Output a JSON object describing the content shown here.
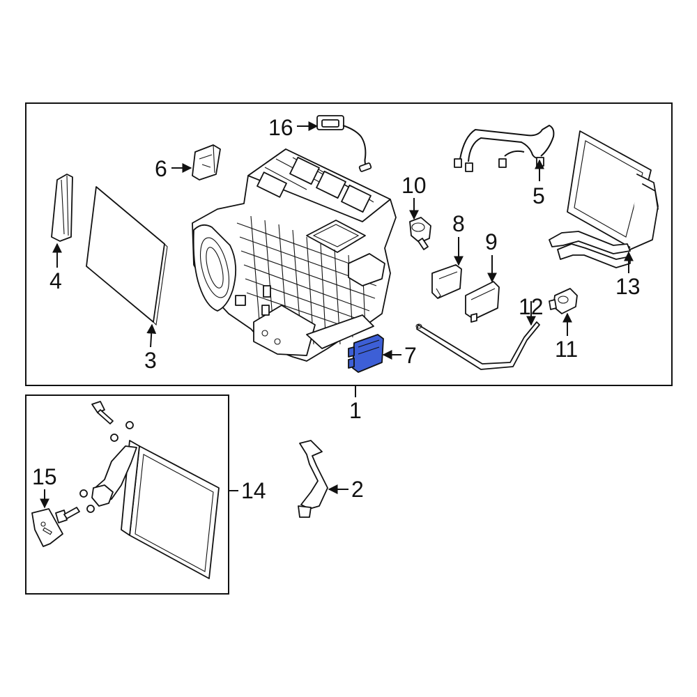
{
  "colors": {
    "highlight": "#3d5fd6",
    "line": "#111111",
    "background": "#ffffff"
  },
  "callouts": {
    "c1": "1",
    "c2": "2",
    "c3": "3",
    "c4": "4",
    "c5": "5",
    "c6": "6",
    "c7": "7",
    "c8": "8",
    "c9": "9",
    "c10": "10",
    "c11": "11",
    "c12": "12",
    "c13": "13",
    "c14": "14",
    "c15": "15",
    "c16": "16"
  },
  "highlighted_part": "7"
}
